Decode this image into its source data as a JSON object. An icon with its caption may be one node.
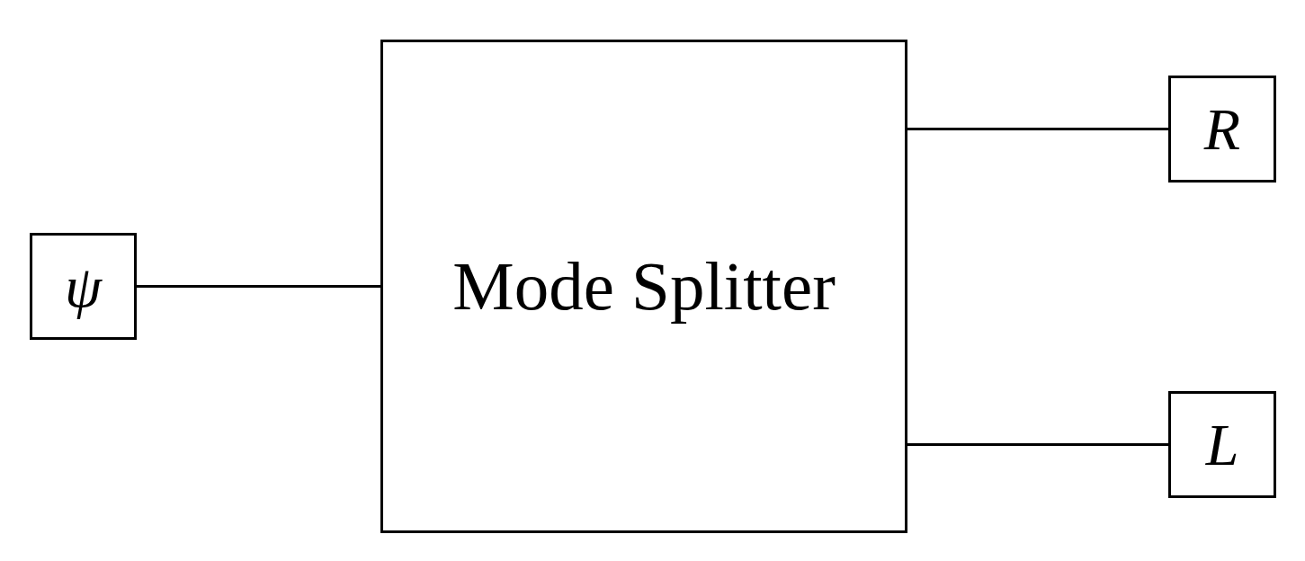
{
  "diagram": {
    "nodes": [
      {
        "text": [
          "ψ"
        ]
      },
      {
        "text": [
          "Mode Splitter"
        ]
      },
      {
        "text": [
          "R"
        ]
      },
      {
        "text": [
          "L"
        ]
      }
    ],
    "edges": [
      {
        "from": 0,
        "to": 1,
        "arrow": "none"
      },
      {
        "from": 1,
        "to": 2,
        "arrow": "none"
      },
      {
        "from": 1,
        "to": 3,
        "arrow": "none"
      }
    ]
  }
}
